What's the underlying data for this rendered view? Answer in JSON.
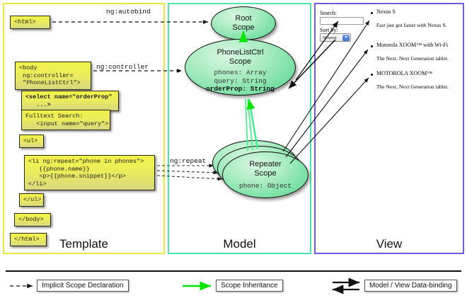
{
  "columns": {
    "template": {
      "label": "Template",
      "border_color": "#e8e83c"
    },
    "model": {
      "label": "Model",
      "border_color": "#49e8a8"
    },
    "view": {
      "label": "View",
      "border_color": "#6a5de0"
    }
  },
  "template_code": [
    {
      "name": "html-open",
      "text": "<html>"
    },
    {
      "name": "body-open",
      "text": "<body\n ng:controller=\n \"PhoneListCtrl\">"
    },
    {
      "name": "select-tag",
      "text": "<select name=\"orderProp\"\n   ...>"
    },
    {
      "name": "fulltext",
      "text": "Fulltext Search:\n   <input name=\"query\">"
    },
    {
      "name": "ul-open",
      "text": "<ul>"
    },
    {
      "name": "li-repeat",
      "text": "<li ng:repeat=\"phone in phones\">\n   {{phone.name}}\n   <p>{{phone.snippet}}</p>\n</li>"
    },
    {
      "name": "ul-close",
      "text": "</ul>"
    },
    {
      "name": "body-close",
      "text": "</body>"
    },
    {
      "name": "html-close",
      "text": "</html>"
    }
  ],
  "model_scopes": [
    {
      "name": "root-scope",
      "title": "Root\nScope",
      "props": []
    },
    {
      "name": "phonelistctrl-scope",
      "title": "PhoneListCtrl\nScope",
      "props": [
        {
          "text": "phones: Array",
          "bold": false
        },
        {
          "text": "query: String",
          "bold": false
        },
        {
          "text": "orderProp: String",
          "bold": true
        }
      ]
    },
    {
      "name": "repeater-scope",
      "title": "Repeater\nScope",
      "props": [
        {
          "text": "phone: Object",
          "bold": false
        }
      ]
    }
  ],
  "arrow_labels": [
    {
      "name": "ng-autobind",
      "text": "ng:autobind"
    },
    {
      "name": "ng-controller",
      "text": "ng:controller"
    },
    {
      "name": "ng-repeat",
      "text": "ng:repeat"
    }
  ],
  "view": {
    "search_label": "Search:",
    "search_value": "",
    "search_placeholder": "",
    "sort_label": "Sort by:",
    "sort_selected": "Newest",
    "sort_options": [
      "Newest"
    ],
    "phones": [
      {
        "name": "Nexus S",
        "snippet": "Fast just got faster with Nexus S."
      },
      {
        "name": "Motorola XOOM™ with Wi-Fi",
        "snippet": "The Next, Next Generation tablet."
      },
      {
        "name": "MOTOROLA XOOM™",
        "snippet": "The Next, Next Generation tablet."
      }
    ]
  },
  "legend": [
    {
      "name": "implicit-scope-declaration",
      "label": "Implicit Scope Declaration",
      "style": "dashed-black"
    },
    {
      "name": "scope-inheritance",
      "label": "Scope Inheritance",
      "style": "solid-green",
      "color": "#00e400"
    },
    {
      "name": "model-view-data-binding",
      "label": "Model / View Data-binding",
      "style": "double-black"
    }
  ]
}
